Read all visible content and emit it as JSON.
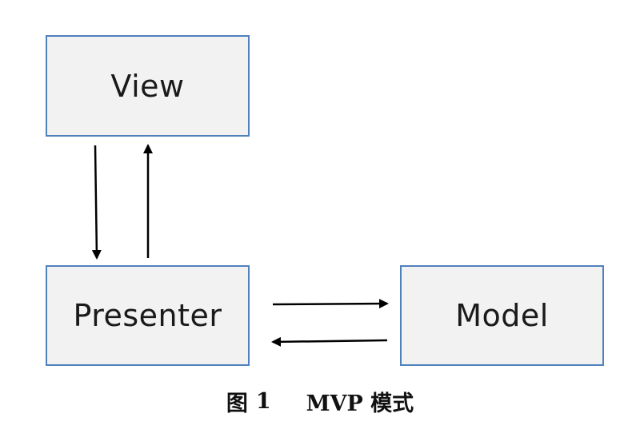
{
  "diagram": {
    "nodes": {
      "view": "View",
      "presenter": "Presenter",
      "model": "Model"
    },
    "edges": [
      {
        "from": "View",
        "to": "Presenter"
      },
      {
        "from": "Presenter",
        "to": "View"
      },
      {
        "from": "Presenter",
        "to": "Model"
      },
      {
        "from": "Model",
        "to": "Presenter"
      }
    ]
  },
  "caption": {
    "prefix": "图",
    "number": "1",
    "title": "MVP 模式"
  },
  "colors": {
    "box_fill": "#f2f2f2",
    "box_border": "#4f81bd",
    "arrow": "#000000"
  }
}
